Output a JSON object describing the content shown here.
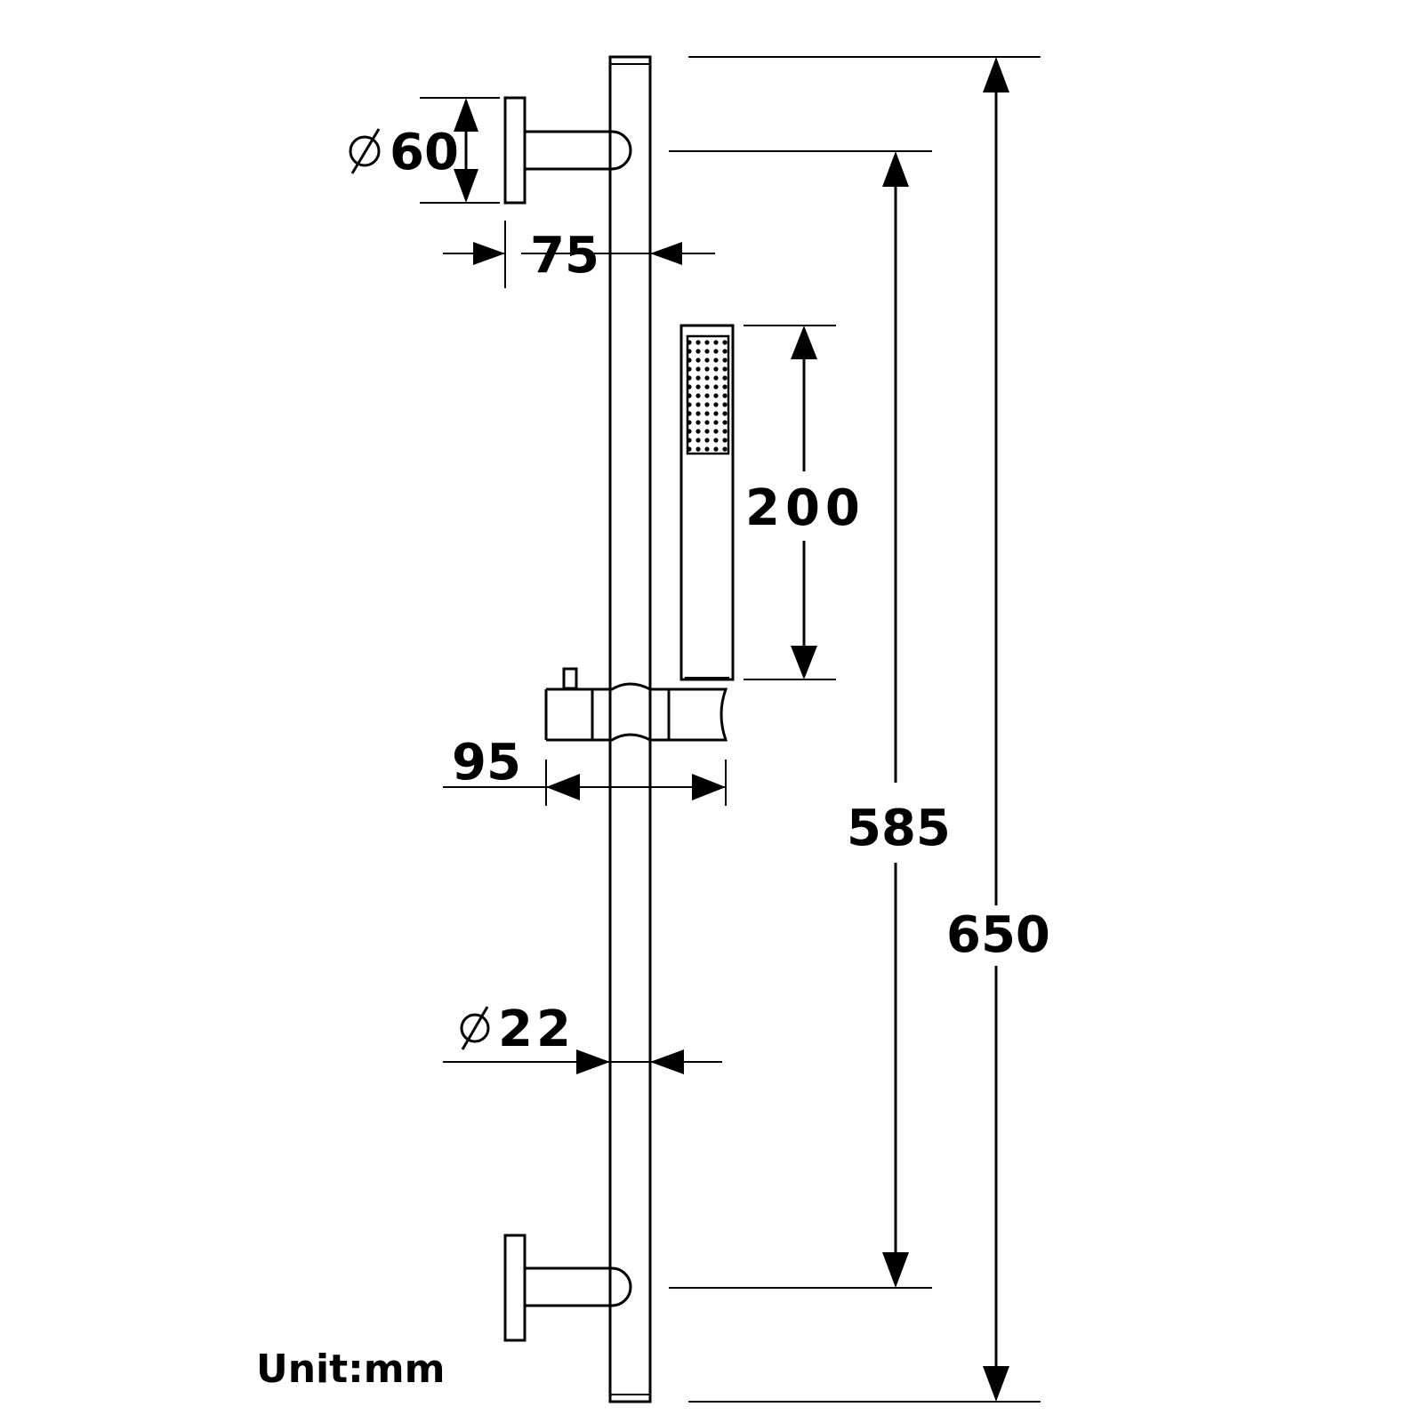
{
  "dimensions": {
    "bracket_diameter": "60",
    "bracket_depth": "75",
    "handshower_length": "200",
    "holder_width": "95",
    "rail_diameter": "22",
    "bracket_spacing": "585",
    "rail_length": "650",
    "diameter_symbol": "⌀"
  },
  "unit_label": "Unit:mm"
}
